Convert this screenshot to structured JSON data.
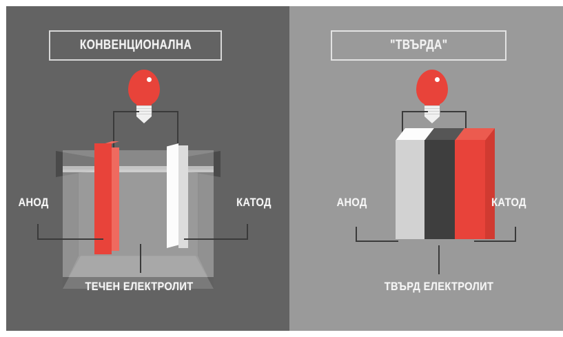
{
  "figure": {
    "type": "comparison-diagram",
    "subject": "battery-electrolyte-comparison",
    "language": "bg"
  },
  "colors": {
    "panel_left_bg": "#636363",
    "panel_right_bg": "#9a9a9a",
    "accent_red": "#e8433a",
    "light_gray": "#d2d2d2",
    "dark_electrolyte": "#3e3e3e",
    "label_text": "#f5f5f5",
    "wire": "#3a3a3a",
    "page_bg": "#ffffff"
  },
  "panels": [
    {
      "id": "conventional",
      "title": "КОНВЕНЦИОНАЛНА",
      "bulb_icon": "light-bulb-icon",
      "labels": {
        "anode": "АНОД",
        "cathode": "КАТОД",
        "electrolyte": "ТЕЧЕН ЕЛЕКТРОЛИТ"
      }
    },
    {
      "id": "solid",
      "title": "\"ТВЪРДА\"",
      "bulb_icon": "light-bulb-icon",
      "labels": {
        "anode": "АНОД",
        "cathode": "КАТОД",
        "electrolyte": "ТВЪРД ЕЛЕКТРОЛИТ"
      }
    }
  ]
}
